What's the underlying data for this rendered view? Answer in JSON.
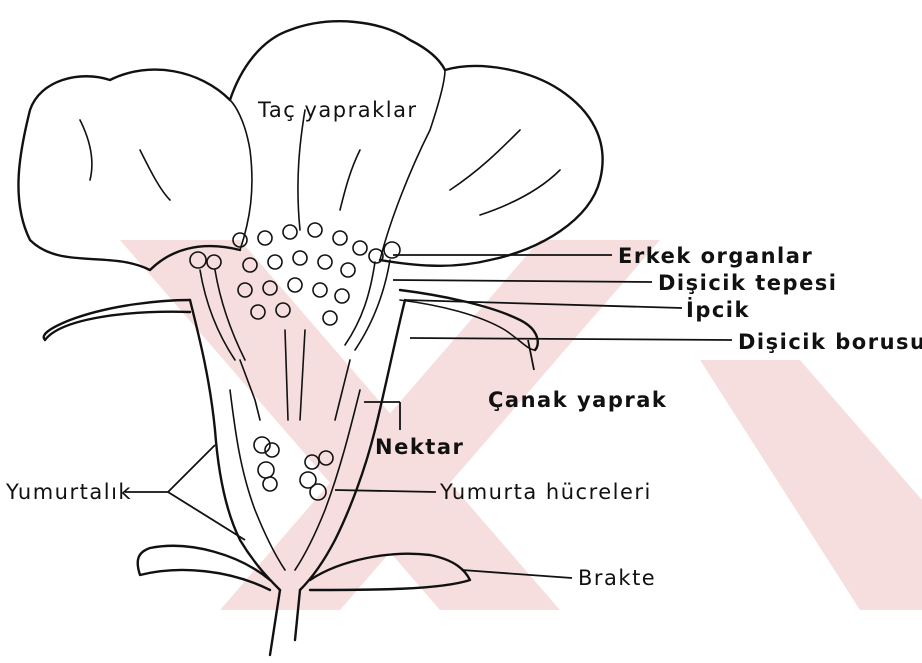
{
  "labels": {
    "petals": "Taç yapraklar",
    "stamens": "Erkek organlar",
    "stigma": "Dişicik tepesi",
    "filament": "İpcik",
    "style": "Dişicik borusu",
    "sepal": "Çanak yaprak",
    "nectar": "Nektar",
    "ovary": "Yumurtalık",
    "ovules": "Yumurta hücreleri",
    "bract": "Brakte"
  },
  "colors": {
    "ink": "#111111",
    "watermark": "#f6dede"
  }
}
